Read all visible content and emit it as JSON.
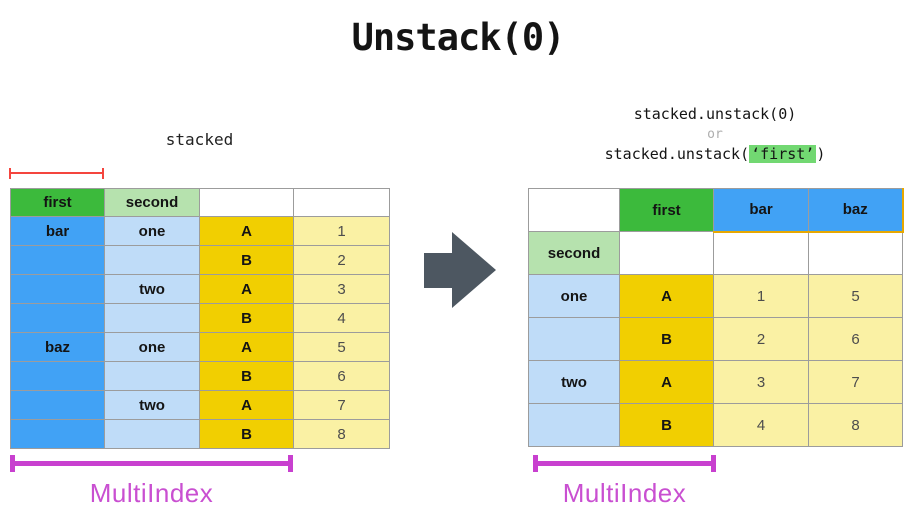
{
  "title": "Unstack(0)",
  "left_panel": {
    "caption": "stacked",
    "table": {
      "header": [
        "first",
        "second",
        "",
        ""
      ],
      "rows": [
        [
          "bar",
          "one",
          "A",
          "1"
        ],
        [
          "",
          "",
          "B",
          "2"
        ],
        [
          "",
          "two",
          "A",
          "3"
        ],
        [
          "",
          "",
          "B",
          "4"
        ],
        [
          "baz",
          "one",
          "A",
          "5"
        ],
        [
          "",
          "",
          "B",
          "6"
        ],
        [
          "",
          "two",
          "A",
          "7"
        ],
        [
          "",
          "",
          "B",
          "8"
        ]
      ]
    },
    "multiindex_label": "MultiIndex"
  },
  "right_panel": {
    "code": {
      "line1": "stacked.unstack(0)",
      "or": "or",
      "line2_prefix": "stacked.unstack(",
      "line2_highlight": "‘first’",
      "line2_suffix": ")"
    },
    "table": {
      "rows": [
        [
          "",
          "first",
          "bar",
          "baz"
        ],
        [
          "second",
          "",
          "",
          ""
        ],
        [
          "one",
          "A",
          "1",
          "5"
        ],
        [
          "",
          "B",
          "2",
          "6"
        ],
        [
          "two",
          "A",
          "3",
          "7"
        ],
        [
          "",
          "B",
          "4",
          "8"
        ]
      ]
    },
    "multiindex_label": "MultiIndex"
  },
  "icons": {
    "arrow": "right-block-arrow",
    "red_bracket": "first-column-span",
    "magenta_bracket": "multiindex-span"
  },
  "colors": {
    "green": "#3cba3c",
    "light_green": "#b6e2ae",
    "blue": "#41a2f5",
    "light_blue": "#bfdcf8",
    "gold": "#f1cf01",
    "light_yellow": "#faf1a4",
    "magenta": "#c840cf",
    "red": "#f4453e",
    "arrow_gray": "#4d5761",
    "highlight_green": "#72d872",
    "border_gray": "#9c9c9c"
  }
}
